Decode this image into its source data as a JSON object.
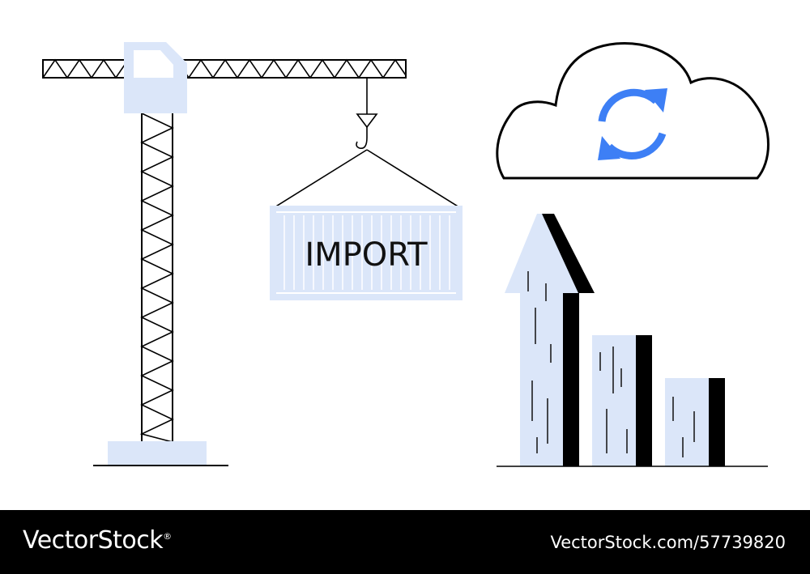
{
  "illustration": {
    "container_label": "IMPORT",
    "colors": {
      "light_blue": "#dbe6f9",
      "accent_blue": "#3d7ff5",
      "outline": "#000000",
      "background": "#ffffff"
    },
    "icons": [
      "tower-crane-icon",
      "shipping-container-icon",
      "cloud-sync-icon",
      "growth-bar-chart-icon"
    ]
  },
  "footer": {
    "logo_text": "VectorStock",
    "logo_mark": "®",
    "image_id": "VectorStock.com/57739820"
  }
}
